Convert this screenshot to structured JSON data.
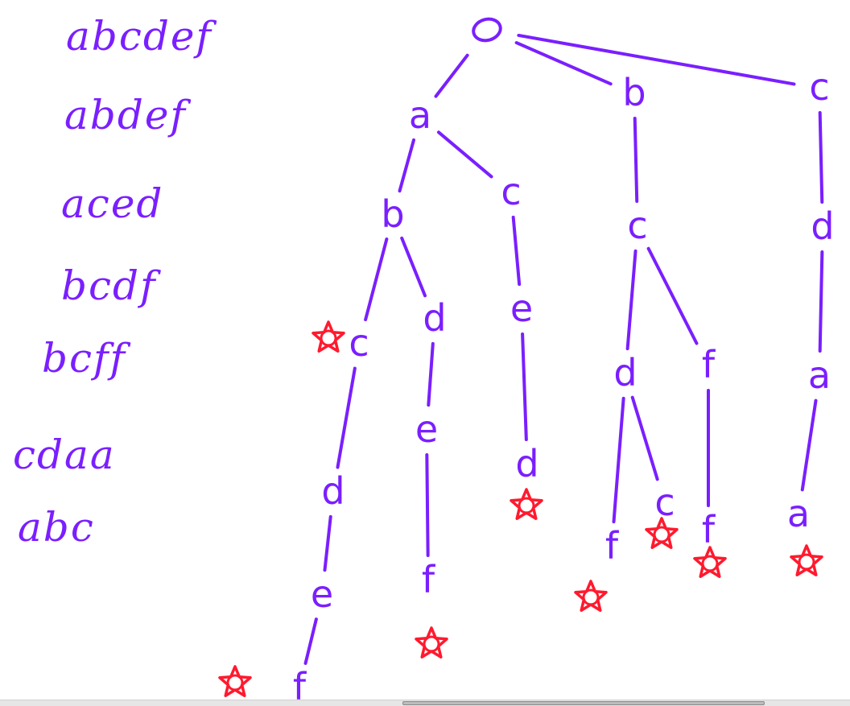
{
  "words": [
    "abcdef",
    "abdef",
    "aced",
    "bcdf",
    "bcff",
    "cdaa",
    "abc"
  ],
  "tree": {
    "root_label": "",
    "edges": [
      [
        "root",
        "a"
      ],
      [
        "root",
        "b1"
      ],
      [
        "root",
        "c1"
      ],
      [
        "a",
        "ab"
      ],
      [
        "a",
        "ac"
      ],
      [
        "ab",
        "abc"
      ],
      [
        "ab",
        "abd"
      ],
      [
        "abc",
        "abcd"
      ],
      [
        "abcd",
        "abcde"
      ],
      [
        "abcde",
        "abcdef"
      ],
      [
        "abd",
        "abde"
      ],
      [
        "abde",
        "abdef"
      ],
      [
        "ac",
        "ace"
      ],
      [
        "ace",
        "aced"
      ],
      [
        "b1",
        "bc"
      ],
      [
        "bc",
        "bcd"
      ],
      [
        "bc",
        "bcf"
      ],
      [
        "bcd",
        "bcdf"
      ],
      [
        "bcd",
        "bcdc"
      ],
      [
        "bcf",
        "bcff"
      ],
      [
        "c1",
        "cd"
      ],
      [
        "cd",
        "cda"
      ],
      [
        "cda",
        "cdaa"
      ]
    ],
    "nodes": {
      "a": "a",
      "b1": "b",
      "c1": "c",
      "ab": "b",
      "ac": "c",
      "abc": "c",
      "abd": "d",
      "abcd": "d",
      "abcde": "e",
      "abcdef": "f",
      "abde": "e",
      "abdef": "f",
      "ace": "e",
      "aced": "d",
      "bc": "c",
      "bcd": "d",
      "bcf": "f",
      "bcdf": "f",
      "bcdc": "c",
      "bcff": "f",
      "cd": "d",
      "cda": "a",
      "cdaa": "a"
    },
    "end_markers": [
      "abc",
      "abcdef",
      "abdef",
      "aced",
      "bcdf",
      "bcdc",
      "bcff",
      "cdaa"
    ]
  },
  "colors": {
    "ink": "#7a1fff",
    "marker": "#ff1a2e",
    "background": "#ffffff"
  }
}
